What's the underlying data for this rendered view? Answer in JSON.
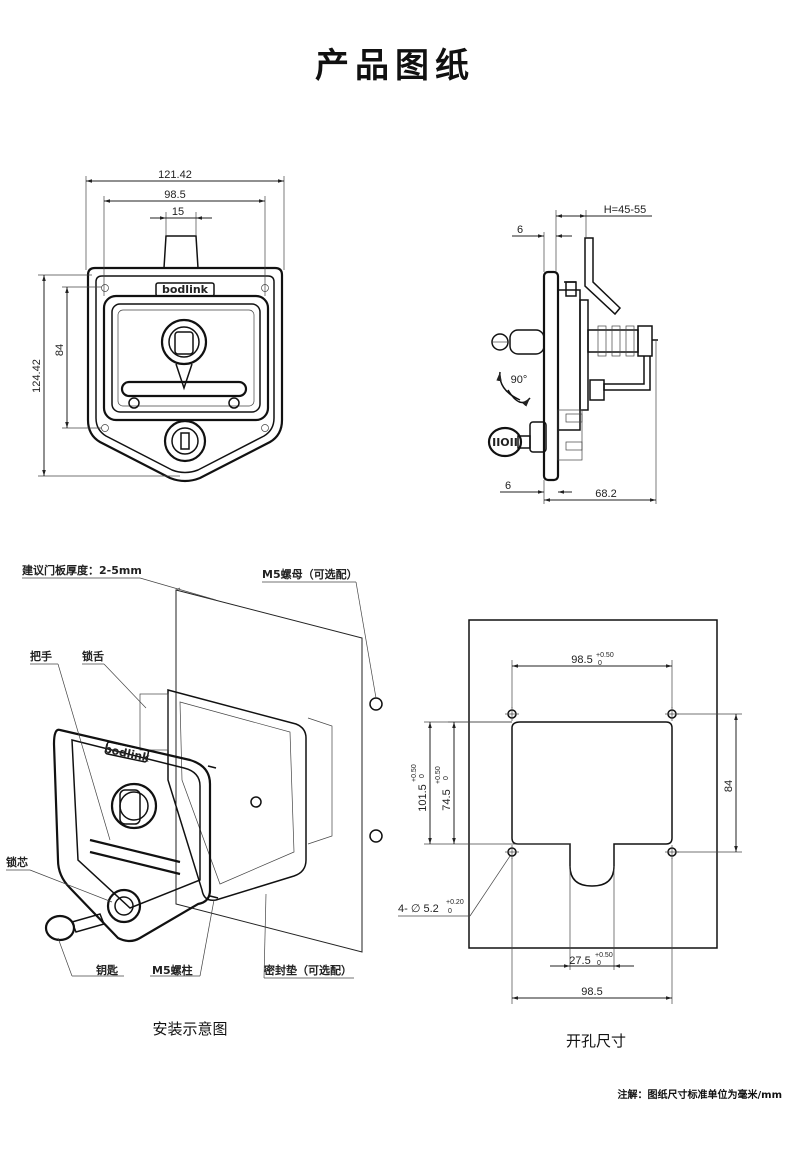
{
  "title": "产品图纸",
  "front_view": {
    "dim_width_total": "121.42",
    "dim_width_inner": "98.5",
    "dim_width_tongue": "15",
    "dim_height_total": "124.42",
    "dim_height_inner": "84",
    "logo_text": "bodlink"
  },
  "side_view": {
    "dim_h_range": "H=45-55",
    "dim_top_6": "6",
    "dim_bottom_6": "6",
    "dim_depth": "68.2",
    "rotation_angle": "90°"
  },
  "install_view": {
    "caption": "安装示意图",
    "labels": {
      "panel_thickness": "建议门板厚度：2-5mm",
      "m5_nut": "M5螺母（可选配）",
      "handle": "把手",
      "tongue": "锁舌",
      "lock_core": "锁芯",
      "key": "钥匙",
      "m5_stud": "M5螺柱",
      "gasket": "密封垫（可选配）"
    }
  },
  "cutout_view": {
    "caption": "开孔尺寸",
    "dim_top_width": "98.5",
    "dim_top_width_tol_upper": "+0.50",
    "dim_top_width_tol_lower": "0",
    "dim_height_outer": "101.5",
    "dim_height_outer_tol_upper": "+0.50",
    "dim_height_outer_tol_lower": "0",
    "dim_height_inner": "74.5",
    "dim_height_inner_tol_upper": "+0.50",
    "dim_height_inner_tol_lower": "0",
    "dim_right_84": "84",
    "dim_holes": "4- ∅ 5.2",
    "dim_holes_tol_upper": "+0.20",
    "dim_holes_tol_lower": "0",
    "dim_notch": "27.5",
    "dim_notch_tol_upper": "+0.50",
    "dim_notch_tol_lower": "0",
    "dim_bottom_width": "98.5"
  },
  "footnote": "注解：图纸尺寸标准单位为毫米/mm"
}
